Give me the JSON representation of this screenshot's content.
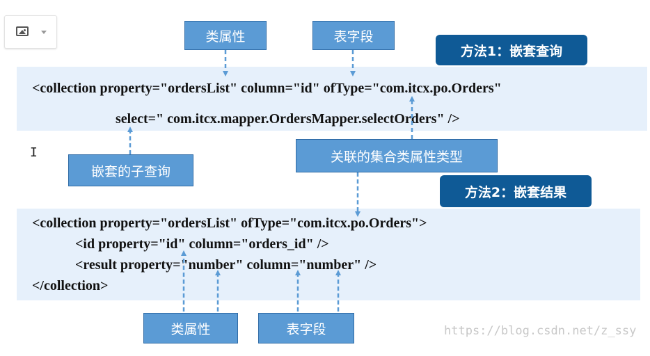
{
  "toolbar": {
    "image_icon": "image-icon",
    "dropdown_icon": "chevron-down-icon"
  },
  "labels": {
    "class_property_top": "类属性",
    "table_field_top": "表字段",
    "nested_subquery": "嵌套的子查询",
    "collection_property_type": "关联的集合类属性类型",
    "class_property_bottom": "类属性",
    "table_field_bottom": "表字段"
  },
  "methods": {
    "method1": "方法1：嵌套查询",
    "method2": "方法2：嵌套结果"
  },
  "code1": {
    "line1": "<collection property=\"ordersList\" column=\"id\" ofType=\"com.itcx.po.Orders\"",
    "line2": "select=\" com.itcx.mapper.OrdersMapper.selectOrders\" />"
  },
  "code2": {
    "line1": "<collection property=\"ordersList\" ofType=\"com.itcx.po.Orders\">",
    "line2": "<id property=\"id\" column=\"orders_id\" />",
    "line3": "<result property=\"number\" column=\"number\" />",
    "line4": "</collection>"
  },
  "watermark": "https://blog.csdn.net/z_ssy",
  "colors": {
    "label_fill": "#5b9bd5",
    "method_fill": "#0f5a96",
    "code_bg": "#e6f0fb",
    "arrow": "#5b9bd5"
  }
}
